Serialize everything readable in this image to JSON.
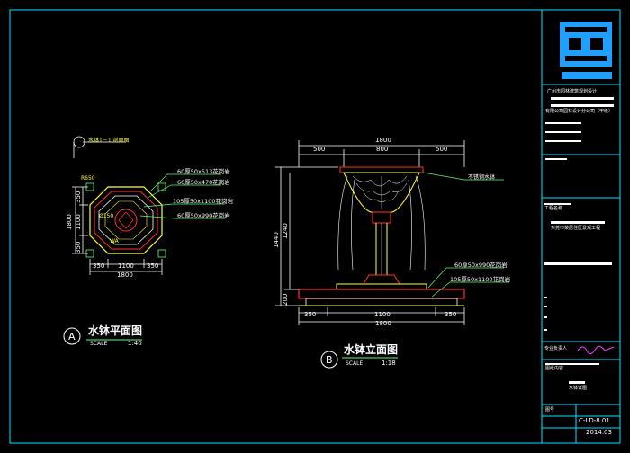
{
  "plan": {
    "title": "水钵平面图",
    "scale_word": "SCALE",
    "scale": "1:40",
    "badge": "A",
    "note_top": "水钵1－1 剖面图",
    "dims_bottom": [
      "350",
      "1100",
      "350"
    ],
    "dim_total_bottom": "1800",
    "dims_left": [
      "350",
      "1100",
      "350"
    ],
    "dim_total_left": "1800",
    "corner_dim": "R650",
    "center_label": "Ø150",
    "wa_label": "WA",
    "callouts": [
      "60厚50x513花岗岩",
      "60厚50x470花岗岩",
      "105厚50x1100花岗岩",
      "60厚50x990花岗岩"
    ]
  },
  "elevation": {
    "title": "水钵立面图",
    "scale_word": "SCALE",
    "scale": "1:18",
    "badge": "B",
    "dims_top": [
      "500",
      "800",
      "500"
    ],
    "dim_total_top": "1800",
    "dims_bottom": [
      "350",
      "1100",
      "350"
    ],
    "dim_total_bottom": "1800",
    "height_total": "1440",
    "height_upper": "1240",
    "height_base": "200",
    "callout_top": "不锈钢水钵",
    "callouts": [
      "60厚50x990花岗岩",
      "105厚50x1100花岗岩"
    ]
  },
  "title_block": {
    "company": "广州市园林建筑规划设计",
    "company2": "有限公司园林设计分公司（甲级）",
    "project_label": "工程名称",
    "project_name": "东莞市某居住区景观工程",
    "drawing_label": "图纸内容",
    "drawing_name": "水钵详图",
    "sheet_label": "图号",
    "sheet_no": "C-LD-8.01",
    "date": "2014.03",
    "stamp_label": "专业负责人"
  },
  "colors": {
    "border": "#00e5ff",
    "line": "#ffffff",
    "yellow": "#ffff3a",
    "red": "#ff3030",
    "green": "#5cff7a",
    "magenta": "#ff40ff"
  }
}
